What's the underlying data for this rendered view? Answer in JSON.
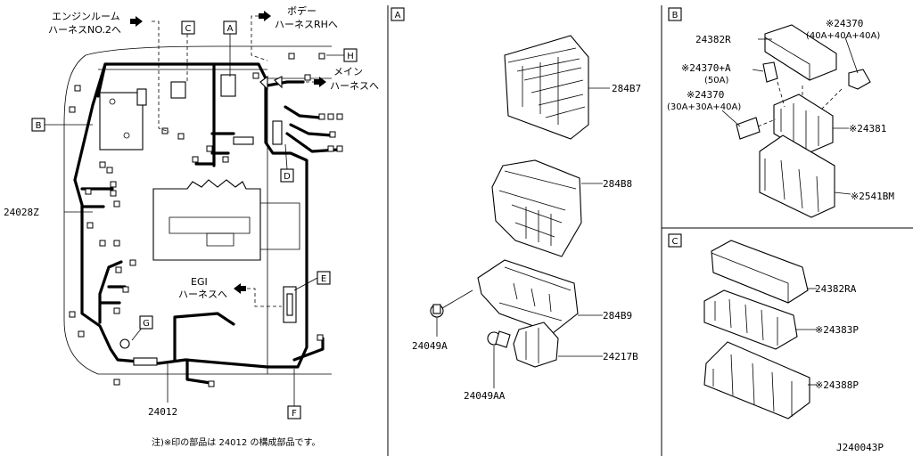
{
  "main": {
    "callouts": {
      "engine_room_harness": "エンジンルーム",
      "engine_room_harness_2": "ハーネスNO.2へ",
      "body_harness": "ボデー",
      "body_harness_2": "ハーネスRHへ",
      "main_harness": "メイン",
      "main_harness_2": "ハーネスへ",
      "egi_harness": "EGI",
      "egi_harness_2": "ハーネスへ"
    },
    "part_numbers": {
      "left_harness": "24028Z",
      "bottom_harness": "24012"
    },
    "box_letters": [
      "C",
      "A",
      "H",
      "B",
      "D",
      "E",
      "G",
      "F"
    ],
    "note": "注)※印の部品は 24012 の構成部品です。"
  },
  "panel_a": {
    "letter": "A",
    "parts": [
      "284B7",
      "284B8",
      "284B9",
      "24217B",
      "24049A",
      "24049AA"
    ]
  },
  "panel_b": {
    "letter": "B",
    "parts": {
      "p1": "※24370",
      "p1_sub": "(40A+40A+40A)",
      "p2": "24382R",
      "p3": "※24370+A",
      "p3_sub": "(50A)",
      "p4": "※24370",
      "p4_sub": "(30A+30A+40A)",
      "p5": "※24381",
      "p6": "※2541BM"
    }
  },
  "panel_c": {
    "letter": "C",
    "parts": [
      "24382RA",
      "※24383P",
      "※24388P"
    ]
  },
  "footer": {
    "diagram_code": "J240043P"
  }
}
